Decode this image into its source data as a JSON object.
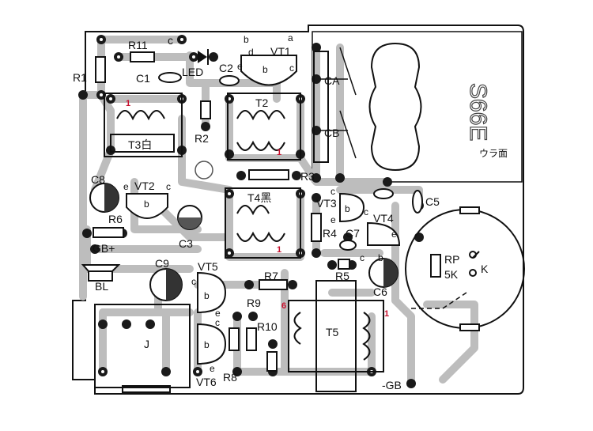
{
  "board": {
    "background": "#ffffff",
    "copper_color": "#bdbdbd",
    "ink_color": "#111111",
    "pin1_color": "#c8102e"
  },
  "labels": {
    "R11": "R11",
    "R1": "R1",
    "C1": "C1",
    "LED": "LED",
    "C2": "C2",
    "VT1": "VT1",
    "T2": "T2",
    "T3": "T3白",
    "R2": "R2",
    "R3": "R3",
    "CA": "CA",
    "CB": "CB",
    "C8": "C8",
    "VT2": "VT2",
    "T4": "T4黑",
    "VT3": "VT3",
    "C5": "C5",
    "R6": "R6",
    "C3": "C3",
    "R4": "R4",
    "C7": "C7",
    "VT4": "VT4",
    "GB_plus": "GB+",
    "C9": "C9",
    "VT5": "VT5",
    "R7": "R7",
    "R5": "R5",
    "C6": "C6",
    "BL": "BL",
    "R9": "R9",
    "R10": "R10",
    "T5": "T5",
    "J": "J",
    "R8": "R8",
    "VT6": "VT6",
    "GB_minus": "-GB",
    "RP": "RP",
    "RP_val": "5K",
    "K": "K",
    "model": "S66E",
    "back_note": "ウラ面"
  },
  "pins": {
    "c": "c",
    "b": "b",
    "e": "e",
    "a": "a",
    "d": "d",
    "one": "1",
    "six": "6"
  }
}
